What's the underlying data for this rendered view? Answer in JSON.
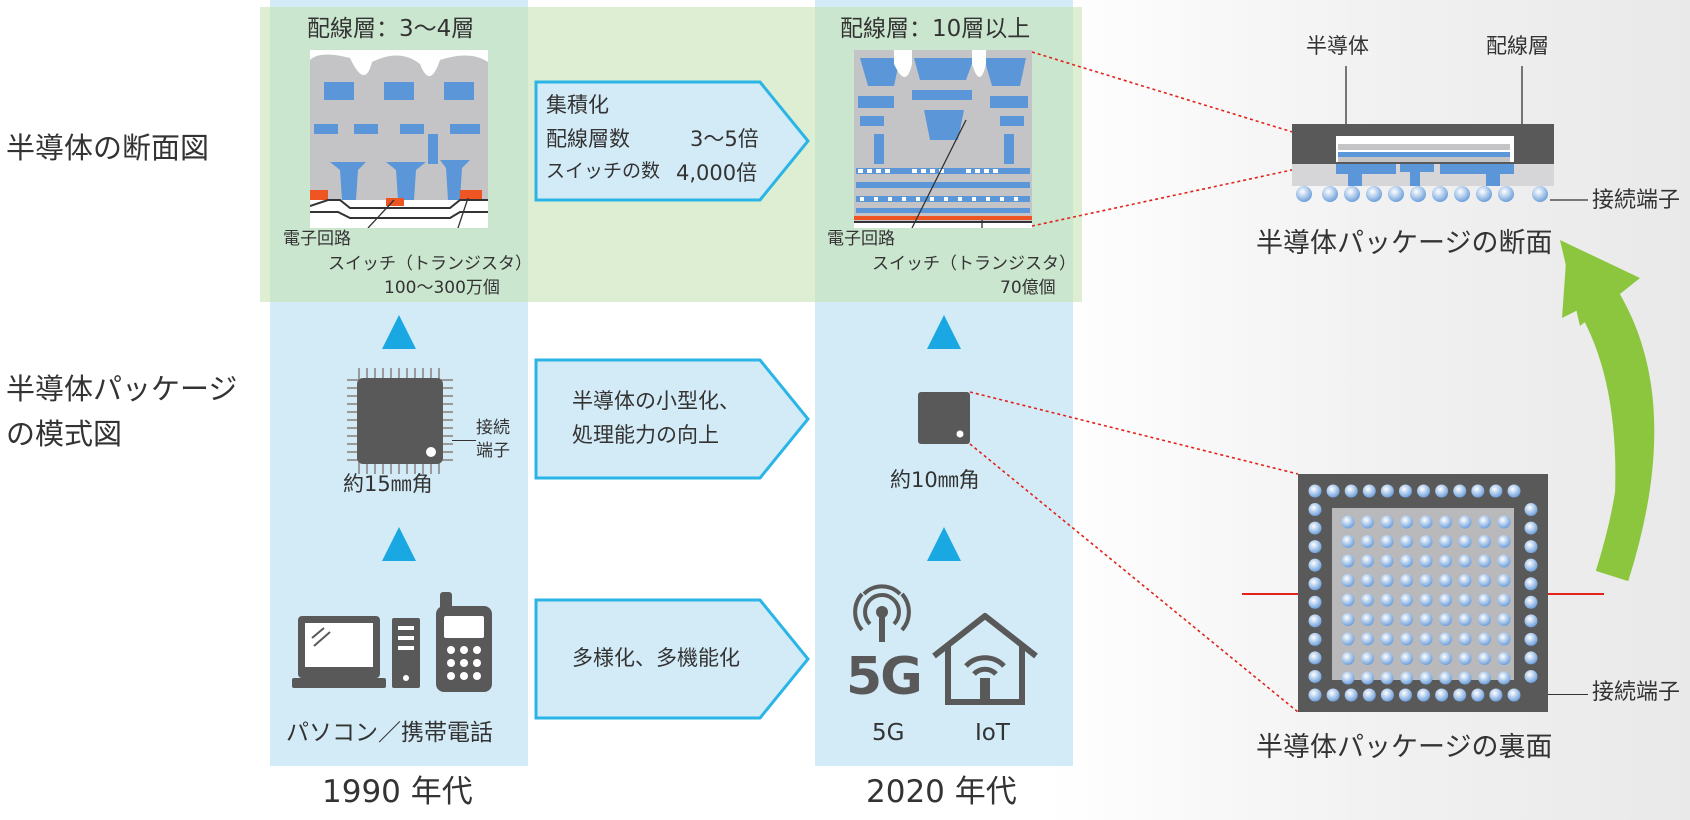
{
  "row_labels": {
    "cross_section": "半導体の断面図",
    "package_line1": "半導体パッケージ",
    "package_line2": "の模式図"
  },
  "era_1990": {
    "title": "1990 年代",
    "wiring_layers": "配線層：3〜4層",
    "circuit_label": "電子回路",
    "switch_label": "スイッチ（トランジスタ）",
    "switch_count": "100〜300万個",
    "terminal_label_line1": "接続",
    "terminal_label_line2": "端子",
    "package_size": "約15㎜角",
    "devices_label": "パソコン／携帯電話"
  },
  "era_2020": {
    "title": "2020 年代",
    "wiring_layers": "配線層：10層以上",
    "circuit_label": "電子回路",
    "switch_label": "スイッチ（トランジスタ）",
    "switch_count": "70億個",
    "package_size": "約10㎜角",
    "device_5g_label": "5G",
    "device_iot_label": "IoT"
  },
  "arrows": {
    "integration": {
      "title": "集積化",
      "line1_label": "配線層数",
      "line1_value": "3〜5倍",
      "line2_label": "スイッチの数",
      "line2_value": "4,000倍"
    },
    "miniaturization": {
      "line1": "半導体の小型化、",
      "line2": "処理能力の向上"
    },
    "diversification": {
      "line1": "多様化、多機能化"
    }
  },
  "right_panel": {
    "label_semiconductor": "半導体",
    "label_wiring": "配線層",
    "label_terminal_top": "接続端子",
    "caption_cross_section": "半導体パッケージの断面",
    "label_terminal_bottom": "接続端子",
    "caption_back": "半導体パッケージの裏面"
  },
  "colors": {
    "column_bg": "#d3ebf7",
    "band_bg": "#c6e2b4",
    "triangle": "#1aa8e2",
    "arrow_outline": "#2bb5e6",
    "chip": "#5a5a5a",
    "wiring_blue": "#5b97d8",
    "switch_orange": "#ee5522",
    "callout_red": "#e2231a",
    "green_arrow": "#8cc63f"
  }
}
